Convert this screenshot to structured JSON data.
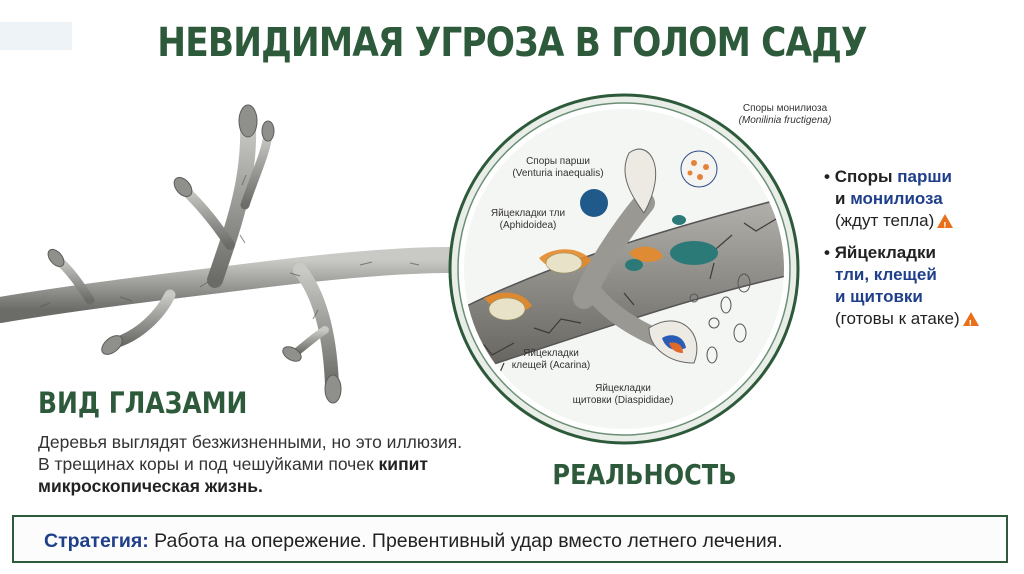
{
  "title": "НЕВИДИМАЯ УГРОЗА В ГОЛОМ САДУ",
  "left": {
    "heading": "ВИД ГЛАЗАМИ",
    "text_part1": "Деревья выглядят безжизненными, но это иллюзия. В трещинах коры и под чешуйками почек ",
    "text_bold": "кипит микроскопическая жизнь."
  },
  "reality_heading": "РЕАЛЬНОСТЬ",
  "annotations": {
    "moniliosis": "Споры монилиоза",
    "moniliosis_latin": "(Monilinia fructigena)",
    "scab": "Споры парши",
    "scab_latin": "(Venturia inaequalis)",
    "aphid": "Яйцекладки тли",
    "aphid_latin": "(Aphidoidea)",
    "mite_1": "Яйцекладки",
    "mite_2": "клещей (Acarina)",
    "scale_1": "Яйцекладки",
    "scale_2": "щитовки (Diaspididae)"
  },
  "bullets": {
    "b1_line1_a": "Споры ",
    "b1_line1_b": "парши",
    "b1_line2_a": "и ",
    "b1_line2_b": "монилиоза",
    "b1_line3": "(ждут тепла)",
    "b2_line1": "Яйцекладки",
    "b2_line2": "тли, клещей",
    "b2_line3": "и щитовки",
    "b2_line4": "(готовы к атаке)"
  },
  "strategy": {
    "label": "Стратегия:",
    "text": " Работа на опережение. Превентивный удар вместо летнего лечения."
  },
  "icons": [
    "warning-icon"
  ],
  "colors": {
    "accent_green": "#2d5a3a",
    "accent_blue": "#1f3f8a",
    "warning": "#e8701a"
  }
}
